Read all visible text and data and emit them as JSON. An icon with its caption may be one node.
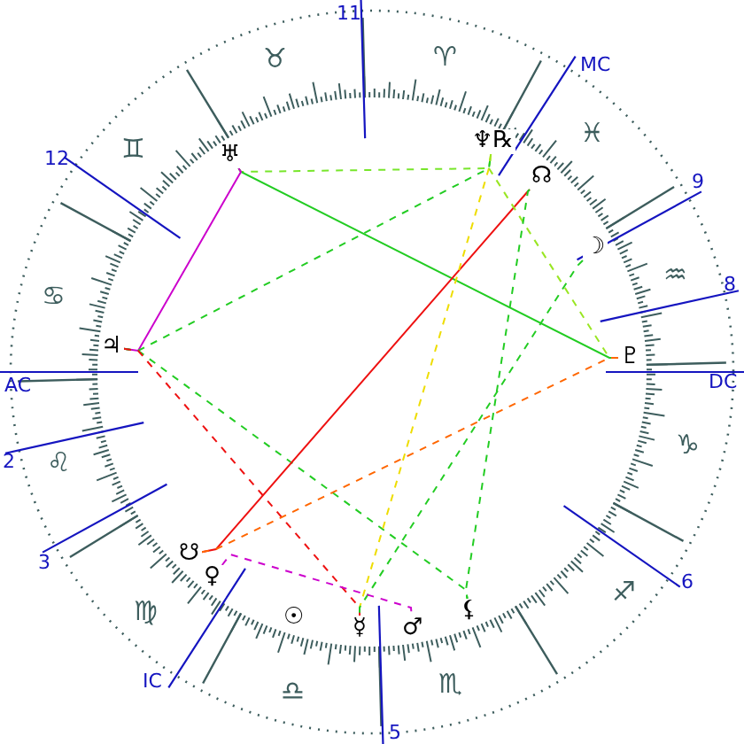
{
  "diagram": {
    "nodes": [
      {
        "text": [
          "♅"
        ]
      },
      {
        "text": [
          "♆℞"
        ]
      },
      {
        "text": [
          "☊"
        ]
      },
      {
        "text": [
          "☽"
        ]
      },
      {
        "text": [
          "♇"
        ]
      },
      {
        "text": [
          "♃"
        ]
      },
      {
        "text": [
          "☋"
        ]
      },
      {
        "text": [
          "♀"
        ]
      },
      {
        "text": [
          "☉"
        ]
      },
      {
        "text": [
          "☿"
        ]
      },
      {
        "text": [
          "♂"
        ]
      },
      {
        "text": [
          "⚸"
        ]
      }
    ],
    "edges": [
      {
        "from": 0,
        "to": 1,
        "arrow": "none",
        "style": "dashed",
        "color": "#77e62a"
      },
      {
        "from": 0,
        "to": 4,
        "arrow": "none",
        "color": "#22cc22"
      },
      {
        "from": 0,
        "to": 5,
        "arrow": "none",
        "color": "#cc00cc"
      },
      {
        "from": 5,
        "to": 1,
        "arrow": "none",
        "style": "dashed",
        "color": "#22cc22"
      },
      {
        "from": 5,
        "to": 11,
        "arrow": "none",
        "style": "dashed",
        "color": "#22cc22"
      },
      {
        "from": 5,
        "to": 9,
        "arrow": "none",
        "style": "dashed",
        "color": "#ee1111"
      },
      {
        "from": 2,
        "to": 6,
        "arrow": "none",
        "color": "#ee1111"
      },
      {
        "from": 1,
        "to": 9,
        "arrow": "none",
        "style": "dashed",
        "color": "#eedd00"
      },
      {
        "from": 1,
        "to": 4,
        "arrow": "none",
        "style": "dashed",
        "color": "#99e622"
      },
      {
        "from": 3,
        "to": 9,
        "arrow": "none",
        "style": "dashed",
        "color": "#22cc22"
      },
      {
        "from": 2,
        "to": 11,
        "arrow": "none",
        "style": "dashed",
        "color": "#22cc22"
      },
      {
        "from": 4,
        "to": 6,
        "arrow": "none",
        "style": "dashed",
        "color": "#ff6600"
      },
      {
        "from": 7,
        "to": 10,
        "arrow": "none",
        "style": "dashed",
        "color": "#cc00cc"
      }
    ],
    "labels": [
      "11",
      "♉",
      "♈",
      "MC",
      "♓",
      "♊",
      "12",
      "9",
      "♒",
      "8",
      "♋",
      "AC",
      "DC",
      "♑",
      "2",
      "♌",
      "3",
      "6",
      "♐",
      "♍",
      "IC",
      "♎",
      "♏",
      "5"
    ]
  }
}
